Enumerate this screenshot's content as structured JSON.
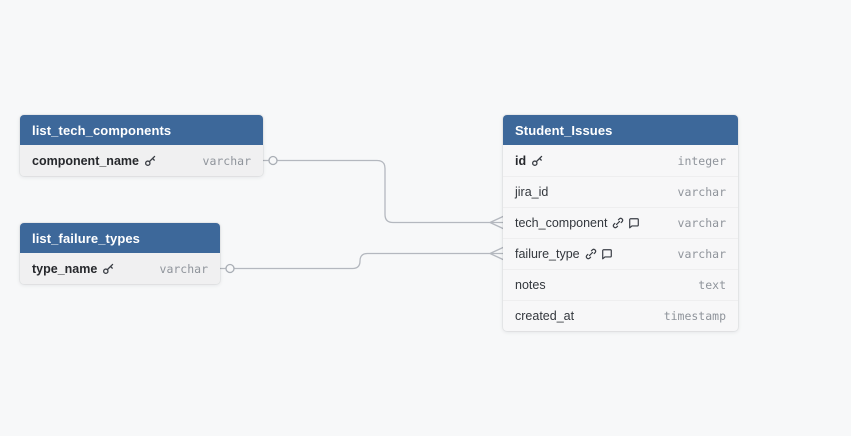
{
  "diagram": {
    "colors": {
      "canvas_bg": "#f7f8f9",
      "table_header": "#3d689a",
      "table_body_light": "#f0f0f1",
      "table_body_lighter": "#f7f7f8",
      "relationship_line": "#b4b8bf",
      "field_text": "#33373d",
      "type_text": "#8f949b"
    },
    "tables": [
      {
        "id": "list_tech_components",
        "title": "list_tech_components",
        "fields": [
          {
            "name": "component_name",
            "type": "varchar",
            "pk": true,
            "icons": [
              "key"
            ]
          }
        ]
      },
      {
        "id": "list_failure_types",
        "title": "list_failure_types",
        "fields": [
          {
            "name": "type_name",
            "type": "varchar",
            "pk": true,
            "icons": [
              "key"
            ]
          }
        ]
      },
      {
        "id": "Student_Issues",
        "title": "Student_Issues",
        "fields": [
          {
            "name": "id",
            "type": "integer",
            "pk": true,
            "icons": [
              "key"
            ]
          },
          {
            "name": "jira_id",
            "type": "varchar",
            "pk": false,
            "icons": []
          },
          {
            "name": "tech_component",
            "type": "varchar",
            "pk": false,
            "icons": [
              "link",
              "note"
            ]
          },
          {
            "name": "failure_type",
            "type": "varchar",
            "pk": false,
            "icons": [
              "link",
              "note"
            ]
          },
          {
            "name": "notes",
            "type": "text",
            "pk": false,
            "icons": []
          },
          {
            "name": "created_at",
            "type": "timestamp",
            "pk": false,
            "icons": []
          }
        ]
      }
    ],
    "relationships": [
      {
        "from_table": "list_tech_components",
        "from_field": "component_name",
        "to_table": "Student_Issues",
        "to_field": "tech_component",
        "from_marker": "one-circle",
        "to_marker": "many-crowfoot"
      },
      {
        "from_table": "list_failure_types",
        "from_field": "type_name",
        "to_table": "Student_Issues",
        "to_field": "failure_type",
        "from_marker": "one-circle",
        "to_marker": "many-crowfoot"
      }
    ]
  }
}
